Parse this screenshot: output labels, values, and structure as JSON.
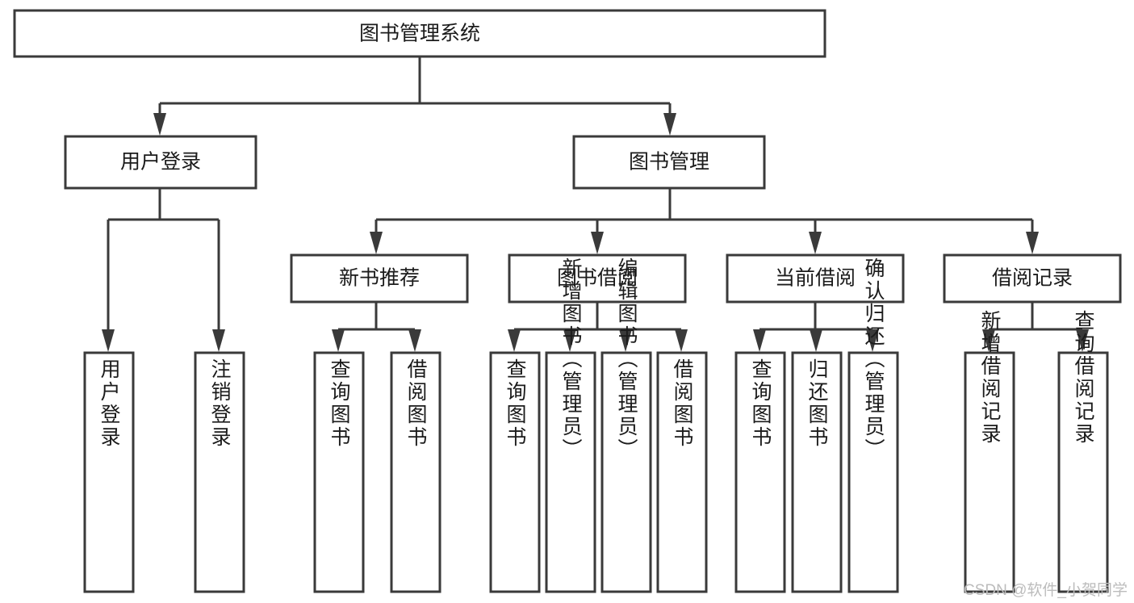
{
  "diagram": {
    "type": "tree",
    "title": "图书管理系统",
    "watermark": "CSDN @软件_小贺同学",
    "colors": {
      "stroke": "#3a3a3a",
      "fill": "#ffffff",
      "text": "#1b1b1b",
      "watermark": "#bcbcbc",
      "background": "#ffffff"
    },
    "nodes": {
      "root": {
        "label": "图书管理系统",
        "level": 1
      },
      "l2": [
        {
          "label": "用户登录",
          "level": 2
        },
        {
          "label": "图书管理",
          "level": 2
        }
      ],
      "l3": [
        {
          "label": "新书推荐",
          "level": 3
        },
        {
          "label": "图书借阅",
          "level": 3
        },
        {
          "label": "当前借阅",
          "level": 3
        },
        {
          "label": "借阅记录",
          "level": 3
        }
      ],
      "leaves_user_login": [
        {
          "label": "用户登录",
          "level": 4
        },
        {
          "label": "注销登录",
          "level": 4
        }
      ],
      "leaves_new_book": [
        {
          "label": "查询图书",
          "level": 4
        },
        {
          "label": "借阅图书",
          "level": 4
        }
      ],
      "leaves_borrow": [
        {
          "label": "查询图书",
          "level": 4
        },
        {
          "label": "新增图书（管理员）",
          "level": 4
        },
        {
          "label": "编辑图书（管理员）",
          "level": 4
        },
        {
          "label": "借阅图书",
          "level": 4
        }
      ],
      "leaves_current": [
        {
          "label": "查询图书",
          "level": 4
        },
        {
          "label": "归还图书",
          "level": 4
        },
        {
          "label": "确认归还（管理员）",
          "level": 4
        }
      ],
      "leaves_record": [
        {
          "label": "新增借阅记录",
          "level": 4
        },
        {
          "label": "查询借阅记录",
          "level": 4
        }
      ]
    }
  }
}
